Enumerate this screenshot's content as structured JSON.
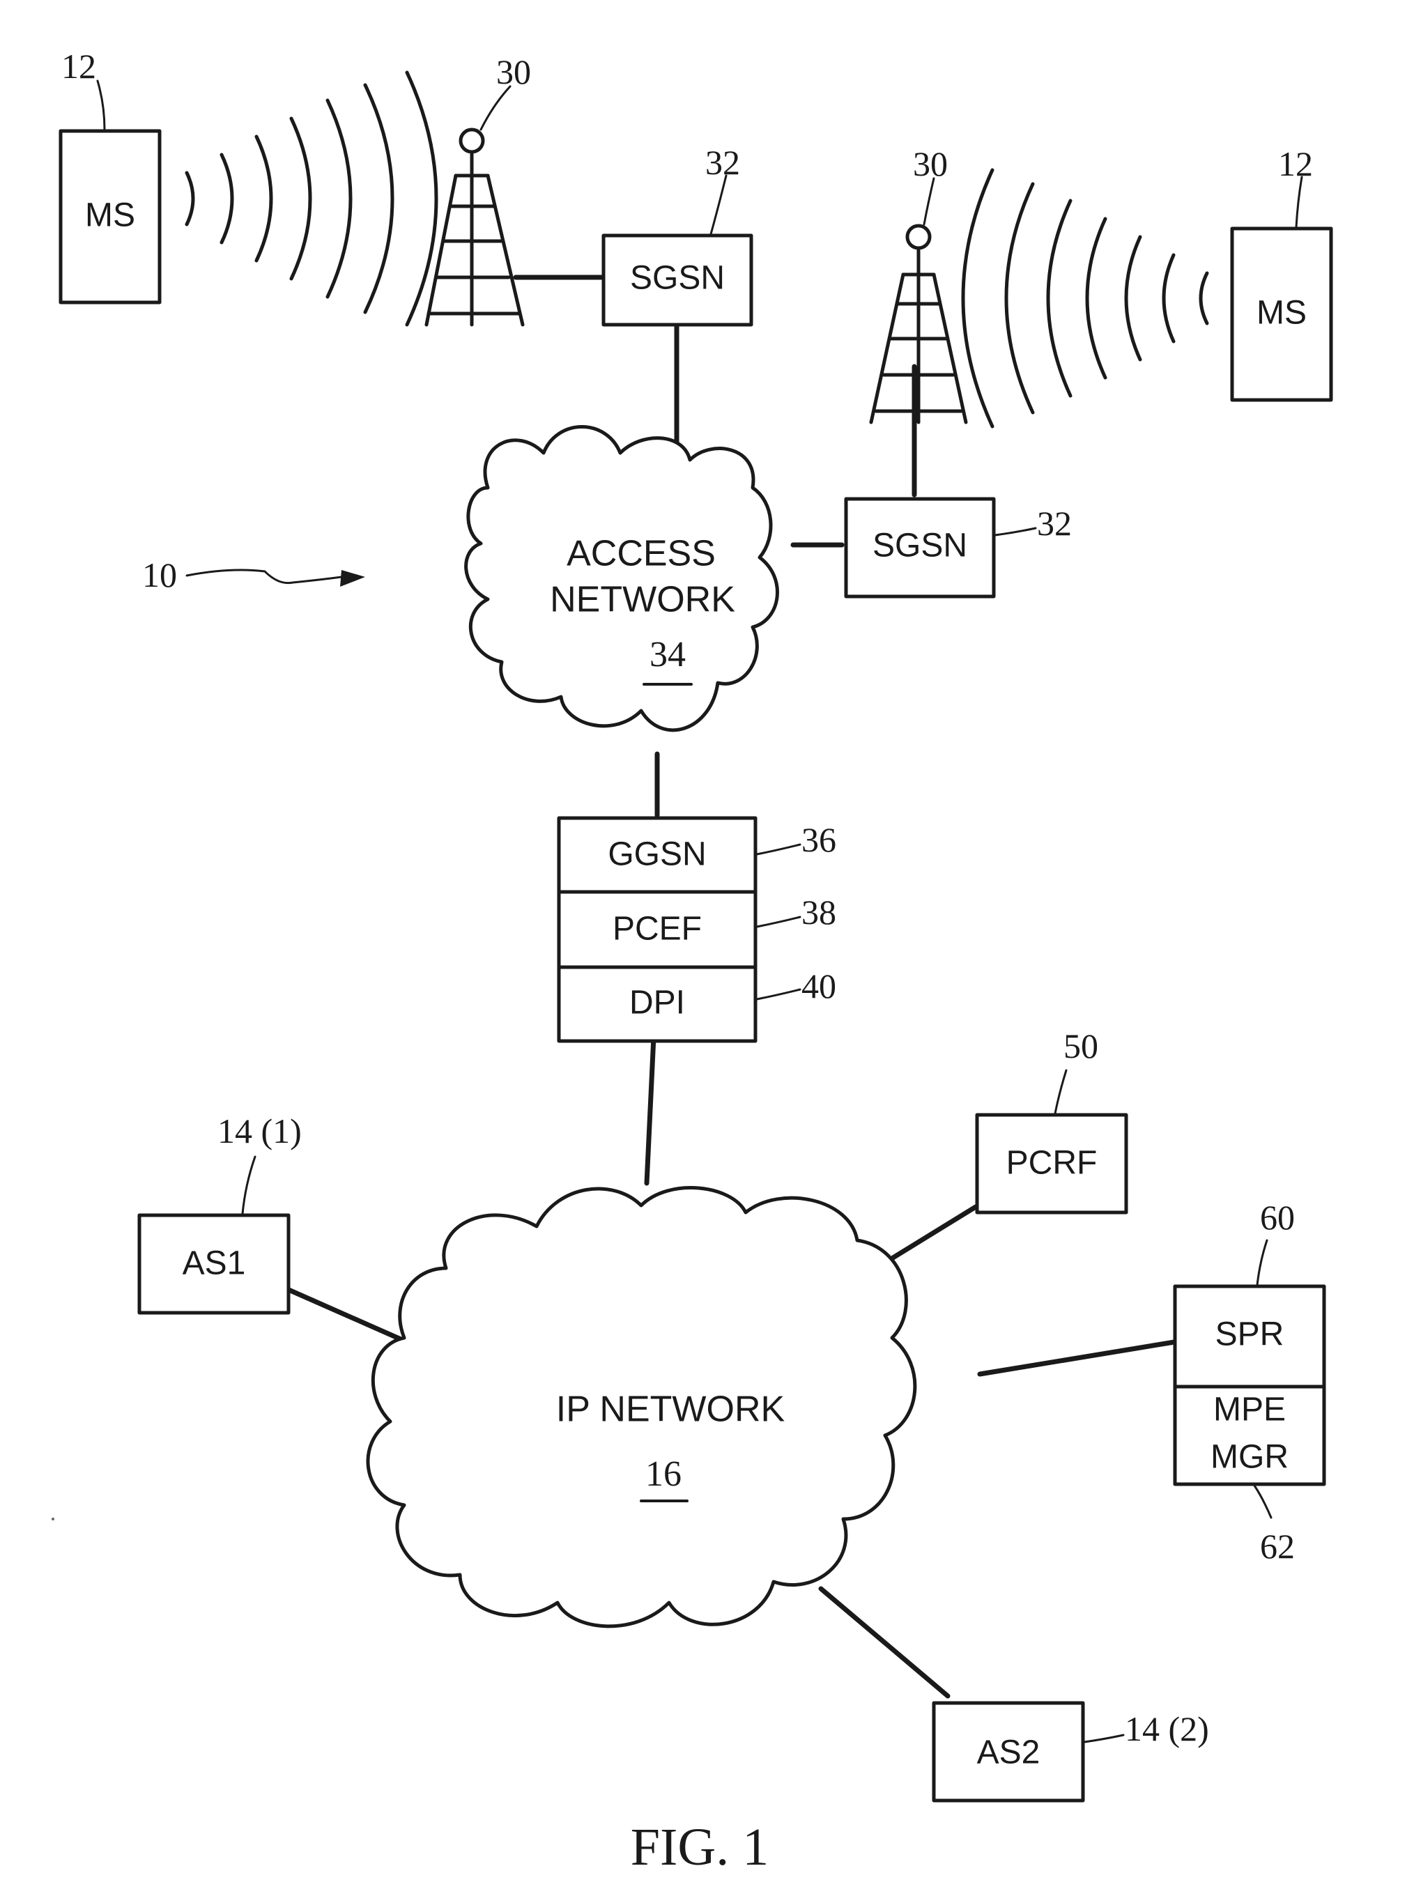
{
  "nodes": {
    "ms_left": "MS",
    "ms_right": "MS",
    "sgsn_top": "SGSN",
    "sgsn_right": "SGSN",
    "ggsn": "GGSN",
    "pcef": "PCEF",
    "dpi": "DPI",
    "pcrf": "PCRF",
    "spr": "SPR",
    "mpe_line1": "MPE",
    "mpe_line2": "MGR",
    "as1": "AS1",
    "as2": "AS2"
  },
  "clouds": {
    "access_line1": "ACCESS",
    "access_line2": "NETWORK",
    "access_number": "34",
    "ip_label": "IP NETWORK",
    "ip_number": "16"
  },
  "refs": {
    "ms_left": "12",
    "ms_right": "12",
    "tower_left": "30",
    "tower_right": "30",
    "sgsn_top": "32",
    "sgsn_right": "32",
    "system": "10",
    "ggsn": "36",
    "pcef": "38",
    "dpi": "40",
    "pcrf": "50",
    "spr": "60",
    "mpe": "62",
    "as1": "14 (1)",
    "as2": "14 (2)"
  },
  "caption": "FIG. 1"
}
